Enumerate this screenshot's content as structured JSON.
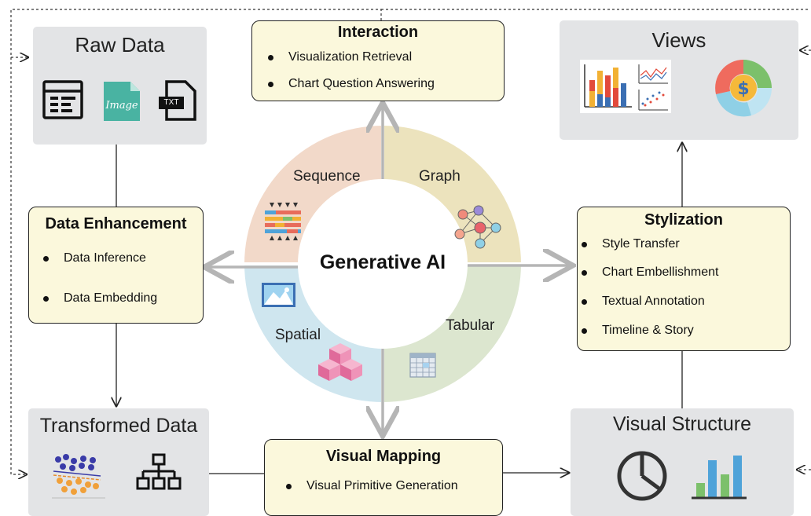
{
  "center": {
    "title": "Generative AI",
    "segments": {
      "sequence": "Sequence",
      "graph": "Graph",
      "spatial": "Spatial",
      "tabular": "Tabular"
    }
  },
  "raw_data": {
    "title": "Raw Data",
    "icons": [
      "table-doc-icon",
      "image-file-icon",
      "txt-file-icon"
    ],
    "image_label": "Image",
    "txt_label": "TXT"
  },
  "interaction": {
    "title": "Interaction",
    "items": [
      "Visualization Retrieval",
      "Chart Question Answering"
    ]
  },
  "views": {
    "title": "Views",
    "icons": [
      "bar-chart-thumbnail-icon",
      "line-scatter-thumbnail-icon",
      "dollar-donut-icon"
    ]
  },
  "data_enhancement": {
    "title": "Data Enhancement",
    "items": [
      "Data Inference",
      "Data Embedding"
    ]
  },
  "stylization": {
    "title": "Stylization",
    "items": [
      "Style Transfer",
      "Chart Embellishment",
      "Textual Annotation",
      "Timeline & Story"
    ]
  },
  "transformed_data": {
    "title": "Transformed Data",
    "icons": [
      "cluster-scatter-icon",
      "hierarchy-icon"
    ]
  },
  "visual_mapping": {
    "title": "Visual Mapping",
    "items": [
      "Visual Primitive Generation"
    ]
  },
  "visual_structure": {
    "title": "Visual Structure",
    "icons": [
      "pie-outline-icon",
      "bar-chart-icon"
    ]
  },
  "colors": {
    "sequence_segment": "#f2d9c9",
    "graph_segment": "#ece3bd",
    "spatial_segment": "#cfe6ef",
    "tabular_segment": "#dce6cf",
    "gray_box": "#e3e4e6",
    "cream_box": "#fbf8dc",
    "arrow_gray": "#bcbcbc"
  }
}
